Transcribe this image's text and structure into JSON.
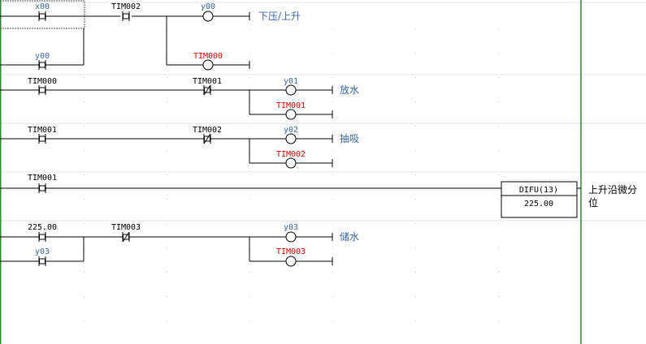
{
  "rungs": [
    {
      "contacts": [
        "x00",
        "TIM002",
        "y00"
      ],
      "coils": [
        "y00",
        "TIM000"
      ],
      "comment": "下压/上升"
    },
    {
      "contacts": [
        "TIM000",
        "TIM001"
      ],
      "coils": [
        "y01",
        "TIM001"
      ],
      "comment": "放水"
    },
    {
      "contacts": [
        "TIM001",
        "TIM002"
      ],
      "coils": [
        "y02",
        "TIM002"
      ],
      "comment": "抽吸"
    },
    {
      "contacts": [
        "TIM001"
      ],
      "instruction": "DIFU(13)",
      "operand": "225.00",
      "comment_line1": "上升沿微分",
      "comment_line2": "位"
    },
    {
      "contacts": [
        "225.00",
        "TIM003",
        "y03"
      ],
      "coils": [
        "y03",
        "TIM003"
      ],
      "comment": "储水"
    }
  ],
  "colors": {
    "rail": "#2e8b2e",
    "output": "#3a64a6",
    "timer_coil": "#d00000"
  }
}
